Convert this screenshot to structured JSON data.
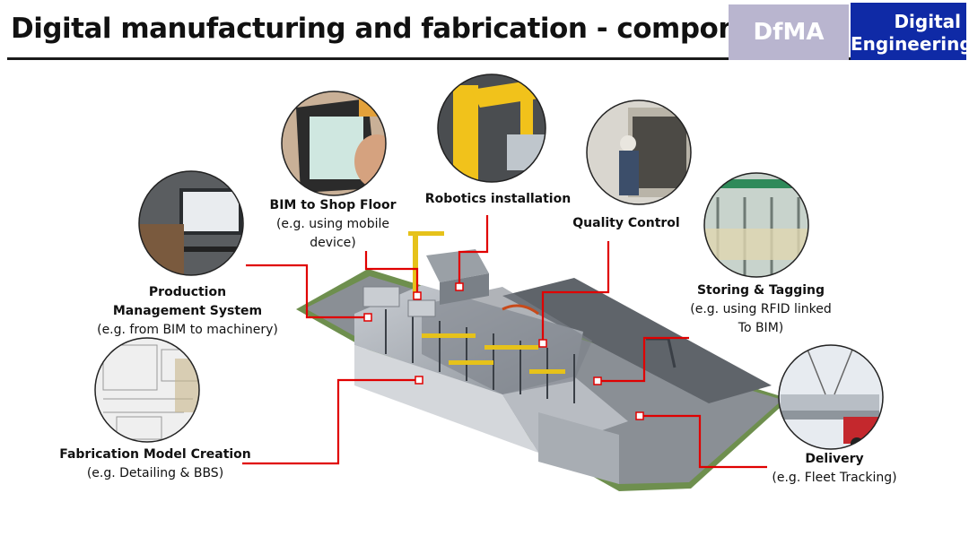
{
  "header": {
    "title": "Digital manufacturing and fabrication - components",
    "badge_dfma": "DfMA",
    "badge_digital": "Digital",
    "badge_engineering": "Engineering"
  },
  "components": [
    {
      "title": "BIM to Shop Floor",
      "sub1": "(e.g. using mobile",
      "sub2": "device)"
    },
    {
      "title": "Robotics installation"
    },
    {
      "title": "Quality Control"
    },
    {
      "title": "Production",
      "title2": "Management System",
      "sub1": "(e.g. from BIM to machinery)"
    },
    {
      "title": "Storing & Tagging",
      "sub1": "(e.g. using RFID linked",
      "sub2": "To BIM)"
    },
    {
      "title": "Fabrication Model Creation",
      "sub1": "(e.g. Detailing & BBS)"
    },
    {
      "title": "Delivery",
      "sub1": "(e.g. Fleet Tracking)"
    }
  ],
  "colors": {
    "connector": "#e00000",
    "dfma_badge": "#b9b5cf",
    "de_badge": "#0f2aa6"
  },
  "icons": [
    "tablet-photo",
    "robot-arm-photo",
    "inspection-photo",
    "computer-screen-photo",
    "storage-rack-photo",
    "drawing-plan-photo",
    "truck-photo",
    "factory-illustration"
  ]
}
